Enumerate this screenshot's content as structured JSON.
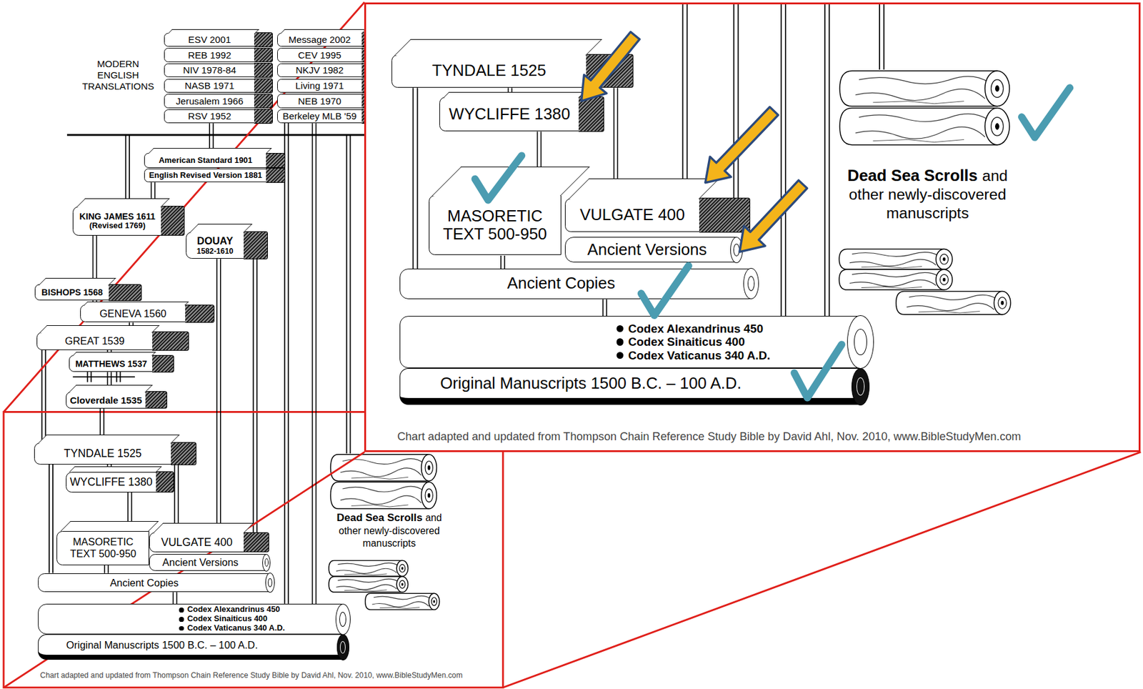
{
  "diagram": {
    "caption": "Chart adapted and updated from Thompson Chain Reference Study Bible by David Ahl, Nov. 2010, www.BibleStudyMen.com",
    "nodes": [
      {
        "text": [
          "ESV 2001"
        ]
      },
      {
        "text": [
          "Message 2002"
        ]
      },
      {
        "text": [
          "REB 1992"
        ]
      },
      {
        "text": [
          "CEV 1995"
        ]
      },
      {
        "text": [
          "NIV 1978-84"
        ]
      },
      {
        "text": [
          "NKJV 1982"
        ]
      },
      {
        "text": [
          "NASB 1971"
        ]
      },
      {
        "text": [
          "Living 1971"
        ]
      },
      {
        "text": [
          "Jerusalem 1966"
        ]
      },
      {
        "text": [
          "NEB 1970"
        ]
      },
      {
        "text": [
          "RSV 1952"
        ]
      },
      {
        "text": [
          "Berkeley MLB '59"
        ]
      },
      {
        "text": [
          "American Standard 1901"
        ]
      },
      {
        "text": [
          "English Revised Version 1881"
        ]
      },
      {
        "text": [
          "KING JAMES 1611",
          "(Revised 1769)"
        ]
      },
      {
        "text": [
          "DOUAY",
          "1582-1610"
        ]
      },
      {
        "text": [
          "BISHOPS 1568"
        ]
      },
      {
        "text": [
          "GENEVA 1560"
        ]
      },
      {
        "text": [
          "GREAT 1539"
        ]
      },
      {
        "text": [
          "MATTHEWS 1537"
        ]
      },
      {
        "text": [
          "Cloverdale 1535"
        ]
      },
      {
        "text": [
          "TYNDALE 1525"
        ]
      },
      {
        "text": [
          "WYCLIFFE 1380"
        ]
      },
      {
        "text": [
          "MASORETIC TEXT 500-950"
        ]
      },
      {
        "text": [
          "VULGATE 400"
        ]
      },
      {
        "text": [
          "Ancient Versions"
        ]
      },
      {
        "text": [
          "Ancient Copies"
        ]
      },
      {
        "text": [
          "Codex Alexandrinus 450",
          "Codex Sinaiticus 400",
          "Codex Vaticanus 340 A.D."
        ]
      },
      {
        "text": [
          "Original Manuscripts 1500 B.C. – 100 A.D."
        ]
      },
      {
        "text": [
          "TYNDALE 1525"
        ]
      },
      {
        "text": [
          "WYCLIFFE 1380"
        ]
      },
      {
        "text": [
          "MASORETIC TEXT 500-950"
        ]
      },
      {
        "text": [
          "VULGATE 400"
        ]
      },
      {
        "text": [
          "Ancient Versions"
        ]
      },
      {
        "text": [
          "Ancient Copies"
        ]
      },
      {
        "text": [
          "Codex Alexandrinus 450",
          "Codex Sinaiticus 400",
          "Codex Vaticanus 340 A.D."
        ]
      },
      {
        "text": [
          "Original Manuscripts 1500 B.C. – 100 A.D."
        ]
      }
    ],
    "edges": [
      {
        "from": 27,
        "to": 26,
        "arrow": "none"
      },
      {
        "from": 26,
        "to": 23,
        "arrow": "none"
      },
      {
        "from": 23,
        "to": 22,
        "arrow": "none"
      },
      {
        "from": 24,
        "to": 21,
        "arrow": "none"
      },
      {
        "from": 22,
        "to": 21,
        "arrow": "none"
      },
      {
        "from": 21,
        "to": 20,
        "arrow": "none"
      },
      {
        "from": 20,
        "to": 19,
        "arrow": "none"
      },
      {
        "from": 19,
        "to": 18,
        "arrow": "none"
      },
      {
        "from": 18,
        "to": 17,
        "arrow": "none"
      },
      {
        "from": 17,
        "to": 16,
        "arrow": "none"
      },
      {
        "from": 16,
        "to": 14,
        "arrow": "none"
      },
      {
        "from": 14,
        "to": 13,
        "arrow": "none"
      },
      {
        "from": 12,
        "to": 10,
        "arrow": "none"
      },
      {
        "from": 24,
        "to": 15,
        "arrow": "none"
      },
      {
        "from": 27,
        "to": 11,
        "arrow": "none"
      },
      {
        "from": 35,
        "to": 34,
        "arrow": "none"
      },
      {
        "from": 34,
        "to": 31,
        "arrow": "none"
      },
      {
        "from": 31,
        "to": 30,
        "arrow": "none"
      },
      {
        "from": 32,
        "to": 29,
        "arrow": "none"
      },
      {
        "from": 30,
        "to": 29,
        "arrow": "none"
      }
    ],
    "labels": [
      "MODERN ENGLISH TRANSLATIONS",
      "Dead Sea Scrolls",
      "and other newly-discovered manuscripts",
      "Dead Sea Scrolls",
      "and other newly-discovered manuscripts",
      "Chart adapted and updated from Thompson Chain Reference Study Bible by David Ahl, Nov. 2010, www.BibleStudyMen.com"
    ]
  }
}
